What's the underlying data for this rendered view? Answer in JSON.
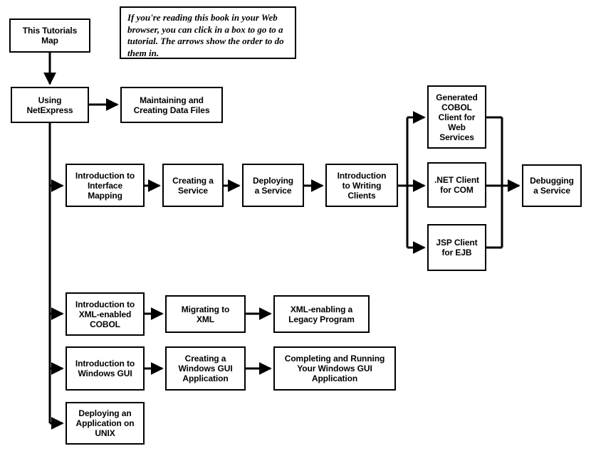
{
  "diagram": {
    "title": "This Tutorials Map",
    "note": {
      "text": "If you're reading this book in your Web browser, you can click in a box to go to a tutorial. The arrows show the order to do them in."
    },
    "colors": {
      "stroke": "#000000",
      "fill": "#ffffff",
      "text": "#000000"
    },
    "nodes": {
      "tutorials_map": "This Tutorials\nMap",
      "using_netexpress": "Using\nNetExpress",
      "maintaining_data_files": "Maintaining and\nCreating Data Files",
      "intro_interface_mapping": "Introduction to\nInterface\nMapping",
      "creating_service": "Creating a\nService",
      "deploying_service": "Deploying\na Service",
      "intro_writing_clients": "Introduction\nto Writing\nClients",
      "generated_cobol_client": "Generated\nCOBOL\nClient for\nWeb\nServices",
      "net_client_com": ".NET Client\nfor COM",
      "jsp_client_ejb": "JSP Client\nfor EJB",
      "debugging_service": "Debugging\na Service",
      "intro_xml_cobol": "Introduction to\nXML-enabled\nCOBOL",
      "migrating_xml": "Migrating to\nXML",
      "xml_enabling_legacy": "XML-enabling a\nLegacy Program",
      "intro_windows_gui": "Introduction to\nWindows GUI",
      "creating_windows_gui_app": "Creating a\nWindows GUI\nApplication",
      "completing_windows_gui_app": "Completing and Running\nYour Windows GUI\nApplication",
      "deploying_unix": "Deploying an\nApplication on\nUNIX"
    }
  }
}
